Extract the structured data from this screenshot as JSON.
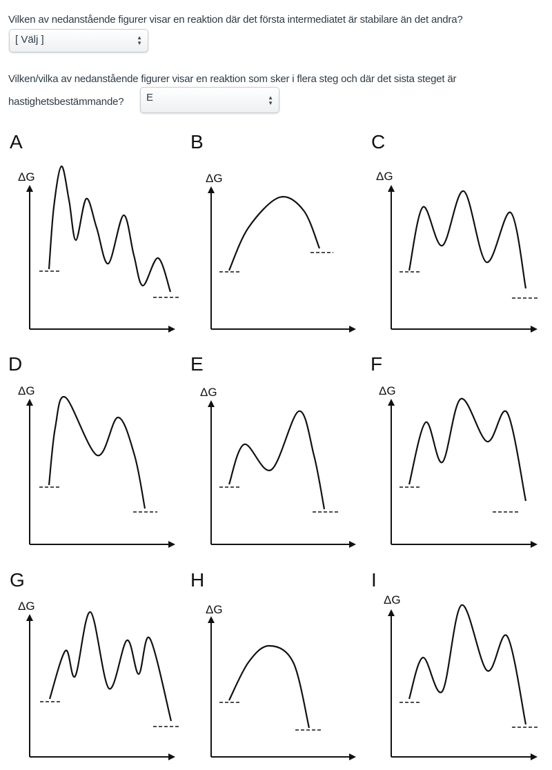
{
  "questions": [
    {
      "text": "Vilken av nedanstående figurer visar en reaktion där det första intermediatet är stabilare än det andra?",
      "selected": "[ Välj ]"
    },
    {
      "text_line1": "Vilken/vilka av nedanstående figurer visar en reaktion som sker i flera steg och där det sista steget är",
      "text_line2": "hastighetsbestämmande?",
      "selected": "E"
    }
  ],
  "figures": {
    "axis_label": "ΔG",
    "labels": [
      "A",
      "B",
      "C",
      "D",
      "E",
      "F",
      "G",
      "H",
      "I"
    ]
  }
}
